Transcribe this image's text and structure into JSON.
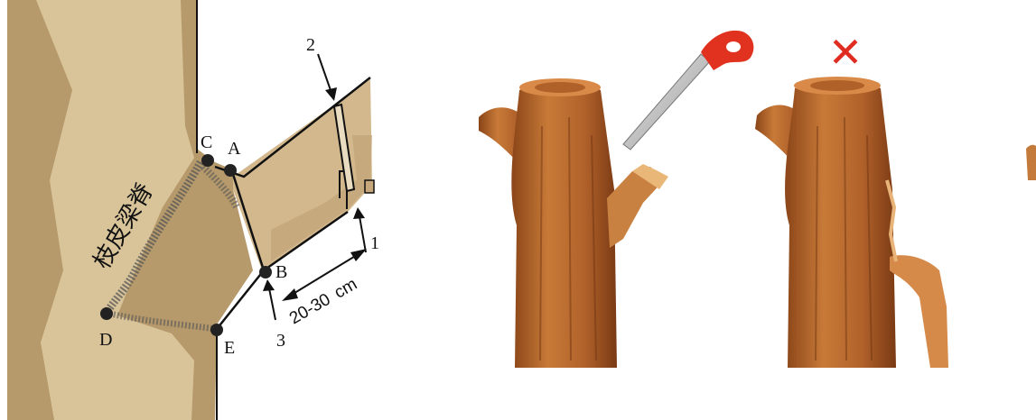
{
  "left_diagram": {
    "points": {
      "C": "C",
      "A": "A",
      "B": "B",
      "D": "D",
      "E": "E"
    },
    "branch_collar_label": "枝皮梁脊",
    "callouts": {
      "one": "1",
      "two": "2",
      "three": "3"
    },
    "distance": {
      "value": "20-30",
      "unit": "cm"
    }
  },
  "right_illustration": {
    "wrong_mark": "✕",
    "colors": {
      "bark": "#b5652a",
      "bark_dark": "#7a3a14",
      "saw_handle": "#e0321e",
      "wrong_mark": "#e02b20"
    }
  },
  "colors": {
    "wood_light": "#d9c49a",
    "wood_dark": "#b69a6b",
    "outline": "#111111"
  }
}
